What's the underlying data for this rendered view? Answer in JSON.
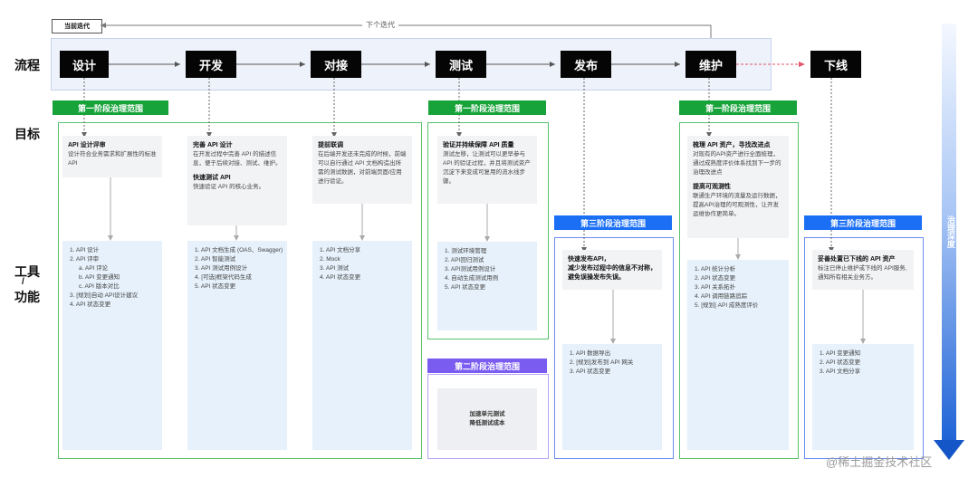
{
  "iteration": {
    "current": "当前迭代",
    "next": "下个迭代"
  },
  "row_labels": {
    "flow": "流程",
    "goal": "目标",
    "tools_line1": "工具",
    "tools_sep": "/",
    "tools_line2": "功能"
  },
  "stages": [
    "设计",
    "开发",
    "对接",
    "测试",
    "发布",
    "维护",
    "下线"
  ],
  "scope_tags": {
    "phase1": "第一阶段治理范围",
    "phase2": "第二阶段治理范围",
    "phase3": "第三阶段治理范围"
  },
  "goals": {
    "design": {
      "title": "API 设计评审",
      "desc": "设计符合业务需求和扩展性的标准 API"
    },
    "develop": {
      "title1": "完善 API 设计",
      "desc1": "在开发过程中完善 API 的描述信息，便于后续对接、测试、维护。",
      "title2": "快速测试 API",
      "desc2": "快速验证 API 的核心业务。"
    },
    "integrate": {
      "title": "提前联调",
      "desc": "在后端开发还未完成的时候，前端可以自行通过 API 文档构造出所需的测试数据，对前端页面/应用进行验证。"
    },
    "test": {
      "title": "验证并持续保障 API 质量",
      "desc": "测试左移，让测试可以更早参与 API 的验证过程，并且将测试资产沉淀下来变成可复用的流水线步骤。"
    },
    "release": {
      "title": "快速发布API，",
      "desc": "减少发布过程中的信息不对称，避免误操发布失误。"
    },
    "maintain": {
      "title1": "梳理 API 资产，寻找改进点",
      "desc1": "对现有的API资产进行全面梳理，通过成熟度评价体系找到下一步的治理改进点",
      "title2": "提高可观测性",
      "desc2": "联通生产环境的流量及运行数据，提高API治理的可观测性，让开发运维协作更简单。"
    },
    "offline": {
      "title": "妥善处置已下线的 API 资产",
      "desc": "标注已停止维护或下线的 API服务,通知所有相关业务方。"
    }
  },
  "tools": {
    "design": [
      "1.    API 设计",
      "2.    API 评审",
      "a.   API 评论",
      "b.   API 变更通知",
      "c.   API 版本对比",
      "3.    [规划]自动 API设计建议",
      "4.    API 状态变更"
    ],
    "develop": [
      "1.    API 文档生成 (OAS、Swagger)",
      "2.    API 智能测试",
      "3.    API 测试用例设计",
      "4.    [可选]框架代码生成",
      "5.    API 状态变更"
    ],
    "integrate": [
      "1.    API 文档分享",
      "2.    Mock",
      "3.    API 测试",
      "4.    API 状态变更"
    ],
    "test": [
      "1.    测试环境管理",
      "2.    API回归测试",
      "3.    API测试用例设计",
      "4.    自动生成测试用例",
      "5.    API 状态变更"
    ],
    "release": [
      "1.    API 数据导出",
      "2.    [规划]发布到 API 网关",
      "3.    API 状态变更"
    ],
    "maintain": [
      "1.    API 统计分析",
      "2.    API 状态变更",
      "3.    API 关系拓扑",
      "4.    API 调用链路追踪",
      "5.    [规划] API 成熟度评价"
    ],
    "offline": [
      "1.    API 变更通知",
      "2.    API 状态变更",
      "3.    API 文档分享"
    ]
  },
  "phase2_box": {
    "line1": "加速单元测试",
    "line2": "降低测试成本"
  },
  "depth_label": "治理深度",
  "watermark": "@稀土掘金技术社区",
  "colors": {
    "green": "#17a33a",
    "blue": "#1b6ff5",
    "purple": "#7b5cf0",
    "stage": "#050505"
  }
}
